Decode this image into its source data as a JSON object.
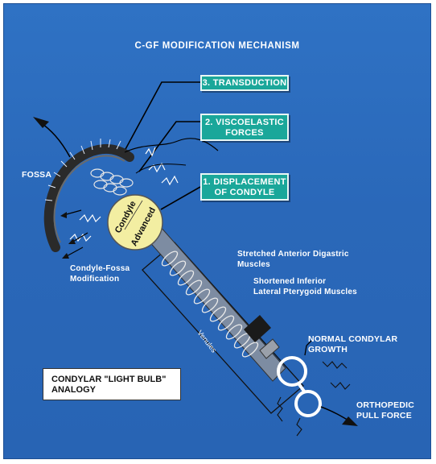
{
  "diagram": {
    "title": "C-GF MODIFICATION MECHANISM",
    "steps": [
      {
        "line1": "3. TRANSDUCTION",
        "line2": ""
      },
      {
        "line1": "2. VISCOELASTIC",
        "line2": "FORCES"
      },
      {
        "line1": "1. DISPLACEMENT",
        "line2": "OF CONDYLE"
      }
    ],
    "labels": {
      "fossa": "FOSSA",
      "condyle_fossa_line1": "Condyle-Fossa",
      "condyle_fossa_line2": "Modification",
      "condyle": "Condyle",
      "advanced": "Advanced",
      "stretched_line1": "Stretched Anterior Digastric",
      "stretched_line2": "Muscles",
      "shortened_line1": "Shortened Inferior",
      "shortened_line2": "Lateral Pterygoid Muscles",
      "venules": "Venules",
      "normal_growth_line1": "NORMAL CONDYLAR",
      "normal_growth_line2": "GROWTH",
      "ortho_line1": "ORTHOPEDIC",
      "ortho_line2": "PULL FORCE"
    },
    "analogy_line1": "CONDYLAR \"LIGHT BULB\"",
    "analogy_line2": "ANALOGY",
    "colors": {
      "background": "#2a68b9",
      "step_box": "#1aa79a",
      "bulb": "#f3eea2",
      "fossa": "#2a2a2a"
    }
  }
}
